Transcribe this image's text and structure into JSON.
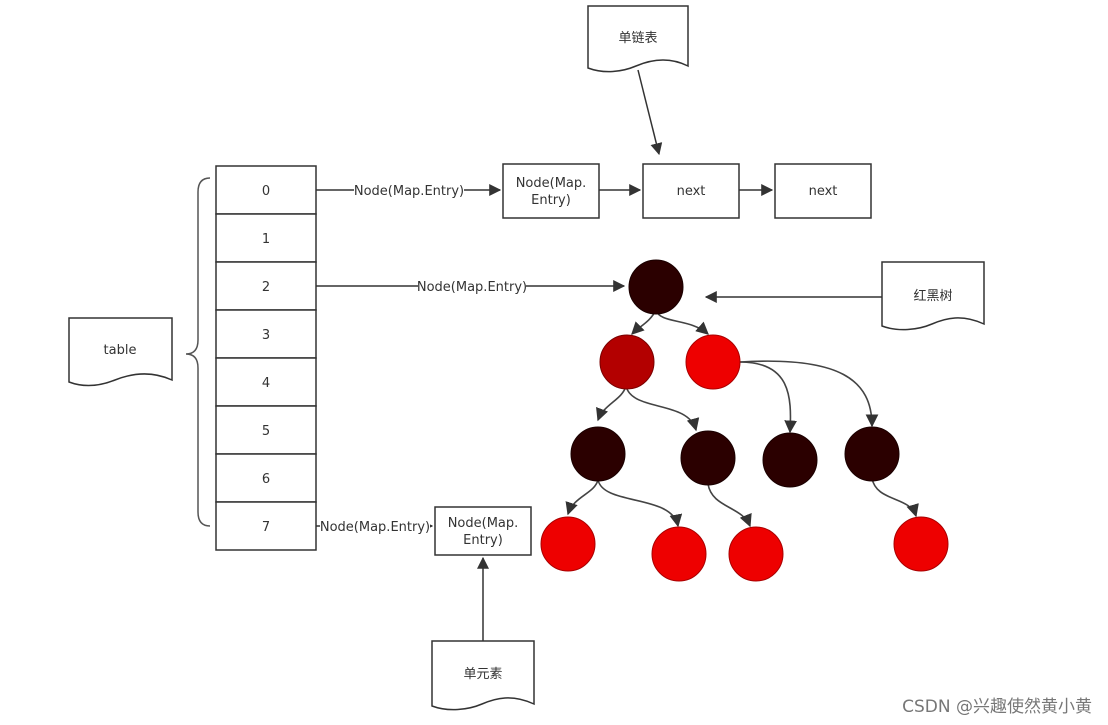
{
  "table": {
    "label": "table",
    "slots": [
      "0",
      "1",
      "2",
      "3",
      "4",
      "5",
      "6",
      "7"
    ]
  },
  "edge_labels": {
    "slot0": "Node(Map.Entry)",
    "slot2": "Node(Map.Entry)",
    "slot7": "Node(Map.Entry)"
  },
  "linked_list": {
    "nodes": [
      {
        "text_lines": [
          "Node(Map.",
          "Entry)"
        ]
      },
      {
        "text_lines": [
          "next"
        ]
      },
      {
        "text_lines": [
          "next"
        ]
      }
    ]
  },
  "single_node": {
    "text_lines": [
      "Node(Map.",
      "Entry)"
    ]
  },
  "callouts": {
    "linked_list": "单链表",
    "red_black_tree": "红黑树",
    "single_element": "单元素",
    "table": "table"
  },
  "rb_tree_colors": {
    "black": "#2b0000",
    "dark_red": "#b30000",
    "red": "#ee0000"
  },
  "watermark": "CSDN @兴趣使然黄小黄"
}
